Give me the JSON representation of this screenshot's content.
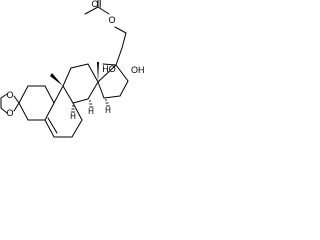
{
  "molecule": {
    "atoms": {
      "O_acetyl_carbonyl": "O",
      "O_acetyl_ester": "O",
      "OH_c17": "HO",
      "OH_c20": "OH",
      "O_dioxolane_upper": "O",
      "O_dioxolane_lower": "O",
      "H_c8": "H",
      "H_c9": "H",
      "H_c14": "H"
    }
  }
}
